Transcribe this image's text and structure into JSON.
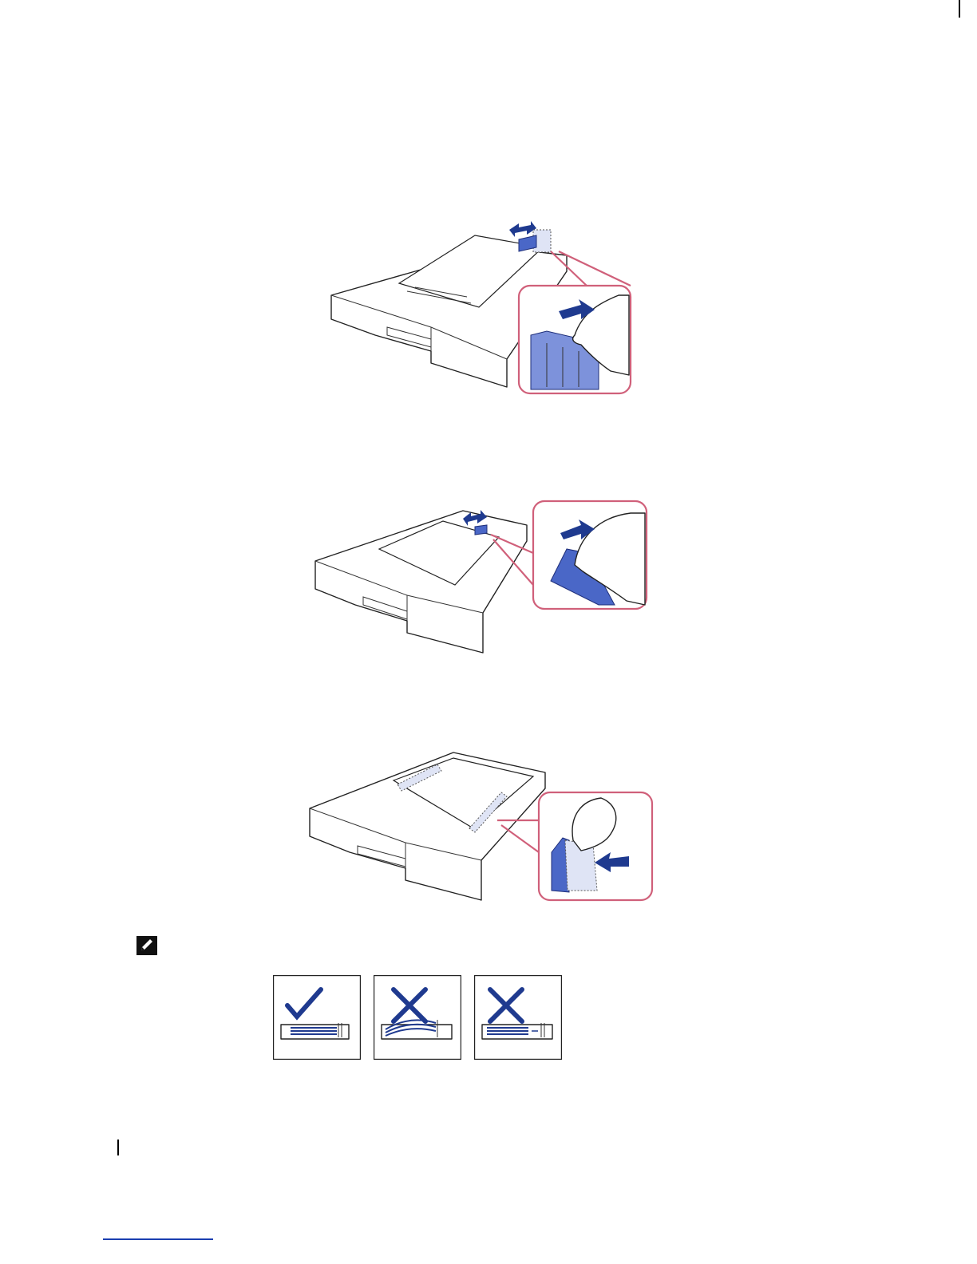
{
  "page": {
    "background": "#ffffff",
    "accent_blue": "#4a67c7",
    "callout_pink": "#d0607a"
  },
  "figures": [
    {
      "name": "figure-length-guide",
      "icons": [
        "paper-tray-icon",
        "length-guide-callout-icon",
        "double-arrow-icon"
      ]
    },
    {
      "name": "figure-rear-guide",
      "icons": [
        "paper-tray-icon",
        "rear-guide-callout-icon",
        "double-arrow-icon"
      ]
    },
    {
      "name": "figure-width-guide",
      "icons": [
        "paper-tray-icon",
        "width-guide-callout-icon"
      ]
    }
  ],
  "note": {
    "icon": "pencil-note-icon"
  },
  "guide_examples": [
    {
      "name": "correct-loading",
      "icon": "checkmark-icon"
    },
    {
      "name": "incorrect-loading-curled",
      "icon": "x-mark-icon"
    },
    {
      "name": "incorrect-loading-gap",
      "icon": "x-mark-icon"
    }
  ]
}
